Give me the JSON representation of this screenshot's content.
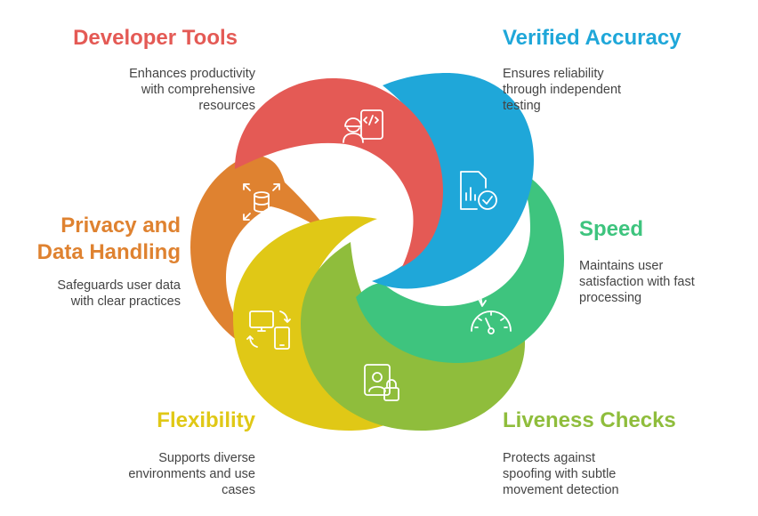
{
  "colors": {
    "red": "#e45a55",
    "blue": "#1fa7d9",
    "green": "#3ec47e",
    "olive": "#8fbd3c",
    "yellow": "#e0c816",
    "orange": "#df8230"
  },
  "items": [
    {
      "id": "developer-tools",
      "title": "Developer Tools",
      "description": [
        "Enhances productivity",
        "with comprehensive",
        "resources"
      ],
      "color": "#e45a55",
      "icon": "engineer-code-icon"
    },
    {
      "id": "verified-accuracy",
      "title": "Verified Accuracy",
      "description": [
        "Ensures reliability",
        "through independent",
        "testing"
      ],
      "color": "#1fa7d9",
      "icon": "verified-document-icon"
    },
    {
      "id": "speed",
      "title": "Speed",
      "description": [
        "Maintains user",
        "satisfaction with fast",
        "processing"
      ],
      "color": "#3ec47e",
      "icon": "speedometer-icon"
    },
    {
      "id": "liveness-checks",
      "title": "Liveness Checks",
      "description": [
        "Protects against",
        "spoofing with subtle",
        "movement detection"
      ],
      "color": "#8fbd3c",
      "icon": "user-lock-icon"
    },
    {
      "id": "flexibility",
      "title": "Flexibility",
      "description": [
        "Supports diverse",
        "environments and use",
        "cases"
      ],
      "color": "#e0c816",
      "icon": "devices-sync-icon"
    },
    {
      "id": "privacy",
      "title_lines": [
        "Privacy and",
        "Data Handling"
      ],
      "description": [
        "Safeguards user data",
        "with clear practices"
      ],
      "color": "#df8230",
      "icon": "database-expand-icon"
    }
  ]
}
